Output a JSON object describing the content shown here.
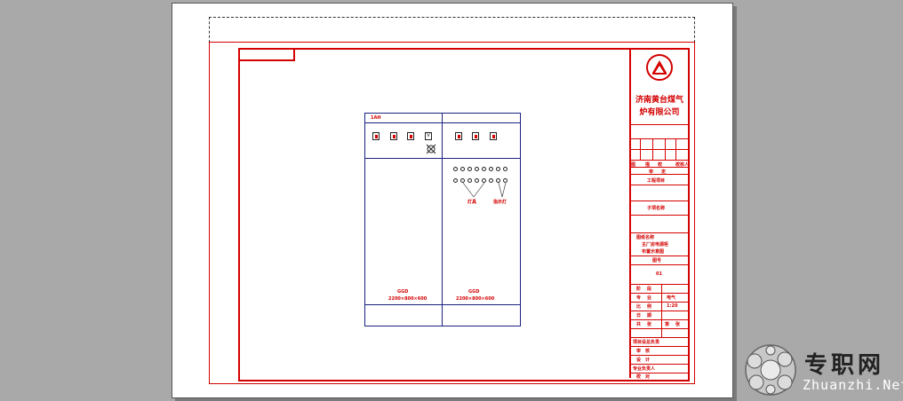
{
  "title_block": {
    "company": "济南黄台煤气炉有限公司",
    "fields": [
      "图",
      "描",
      "校",
      "校核人",
      "审",
      "定",
      "工程项目",
      "子项名称",
      "图纸名称",
      "主厂房电源柜",
      "布置示意图",
      "图号",
      "01",
      "阶",
      "段",
      "专",
      "业",
      "电气",
      "比",
      "例",
      "1:20",
      "日",
      "期",
      "共",
      "张",
      "第",
      "张",
      "项目设总负责",
      "审",
      "核",
      "设",
      "计",
      "专业负责人",
      "校",
      "对"
    ]
  },
  "panel": {
    "left_header": "1AH",
    "right_header": "",
    "left_spec_name": "GGD",
    "left_spec_dim": "2200×800×600",
    "right_spec_name": "GGD",
    "right_spec_dim": "2200×800×600",
    "label_lamp": "灯具",
    "label_indicator": "指示灯"
  },
  "watermark": {
    "cn": "专职网",
    "en": "Zhuanzhi.Net"
  },
  "colors": {
    "frame": "#d40000",
    "panel_line": "#1a237e",
    "background": "#a9a9a9"
  }
}
